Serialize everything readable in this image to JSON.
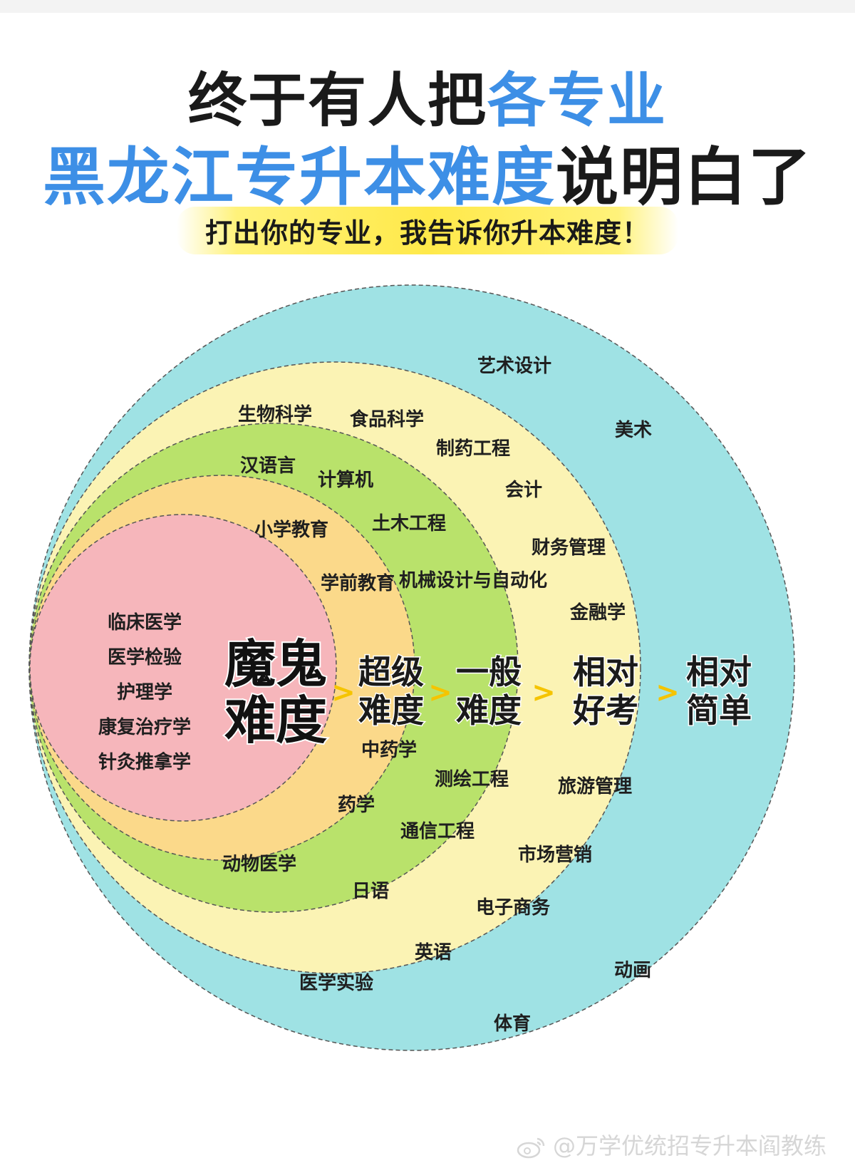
{
  "header": {
    "title_line1_plain": "终于有人把",
    "title_line1_highlight": "各专业",
    "title_line2_highlight": "黑龙江专升本难度",
    "title_line2_plain": "说明白了",
    "subtitle": "打出你的专业，我告诉你升本难度！"
  },
  "levels": [
    {
      "name": "魔鬼难度",
      "line1": "魔鬼",
      "line2": "难度",
      "color": "#f6b6bb",
      "majors": [
        "临床医学",
        "医学检验",
        "护理学",
        "康复治疗学",
        "针灸推拿学"
      ]
    },
    {
      "name": "超级难度",
      "line1": "超级",
      "line2": "难度",
      "color": "#fbd98a",
      "majors": [
        "小学教育",
        "学前教育",
        "中药学",
        "药学",
        "动物医学"
      ]
    },
    {
      "name": "一般难度",
      "line1": "一般",
      "line2": "难度",
      "color": "#b9e26b",
      "majors": [
        "汉语言",
        "计算机",
        "土木工程",
        "机械设计与自动化",
        "测绘工程",
        "通信工程",
        "日语"
      ]
    },
    {
      "name": "相对好考",
      "line1": "相对",
      "line2": "好考",
      "color": "#fbf3b4",
      "majors": [
        "生物科学",
        "食品科学",
        "制药工程",
        "会计",
        "财务管理",
        "金融学",
        "旅游管理",
        "市场营销",
        "电子商务",
        "英语",
        "医学实验"
      ]
    },
    {
      "name": "相对简单",
      "line1": "相对",
      "line2": "简单",
      "color": "#9fe2e4",
      "majors": [
        "艺术设计",
        "美术",
        "动画",
        "体育"
      ]
    }
  ],
  "arrow_glyph": ">",
  "watermark": "@万学优统招专升本阎教练"
}
